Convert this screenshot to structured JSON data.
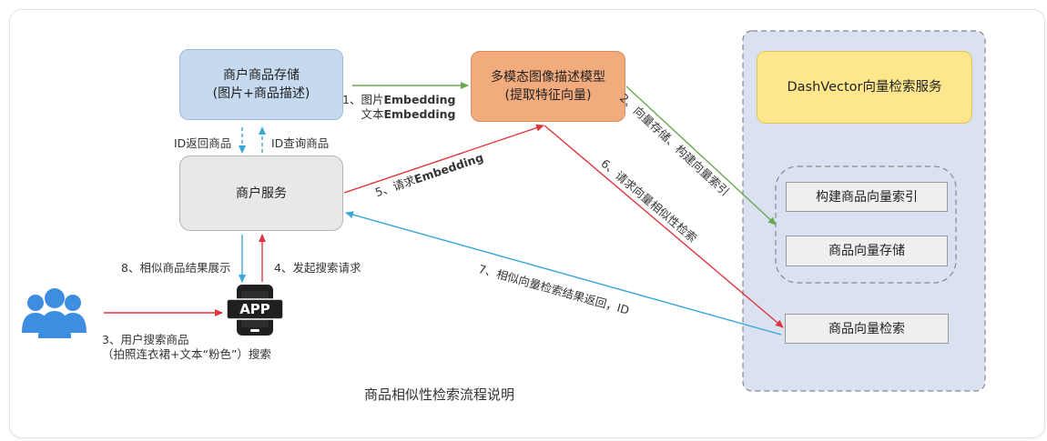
{
  "boxes": {
    "storage": [
      "商户商品存储",
      "(图片+商品描述)"
    ],
    "model": [
      "多模态图像描述模型",
      "(提取特征向量)"
    ],
    "merchant_service": "商户服务",
    "dashvector_service": "DashVector向量检索服务",
    "build_index": "构建商品向量索引",
    "vector_storage": "商品向量存储",
    "vector_search": "商品向量检索",
    "app_label": "APP"
  },
  "labels": {
    "step1_line1_prefix": "1、图片",
    "step1_line1_bold": "Embedding",
    "step1_line2_prefix": "文本",
    "step1_line2_bold": "Embedding",
    "step2": "2、向量存储、构建向量索引",
    "id_return": "ID返回商品",
    "id_query": "ID查询商品",
    "step5_prefix": "5、请求",
    "step5_bold": "Embedding",
    "step6": "6、请求向量相似性检索",
    "step7": "7、相似向量检索结果返回，ID",
    "step8": "8、相似商品结果展示",
    "step4": "4、发起搜索请求",
    "step3_line1": "3、用户搜索商品",
    "step3_line2": "（拍照连衣裙+文本“粉色”）搜索"
  },
  "caption": "商品相似性检索流程说明",
  "colors": {
    "storage_fill": "#c5d9ef",
    "model_fill": "#f2ab7d",
    "service_fill": "#e8e8e8",
    "panel_fill": "#dae2f2",
    "dash_fill": "#fde68c",
    "arrow_green": "#6aa84f",
    "arrow_red": "#e0353d",
    "arrow_blue": "#3aa5d8",
    "user_icon": "#3d8ee0"
  }
}
